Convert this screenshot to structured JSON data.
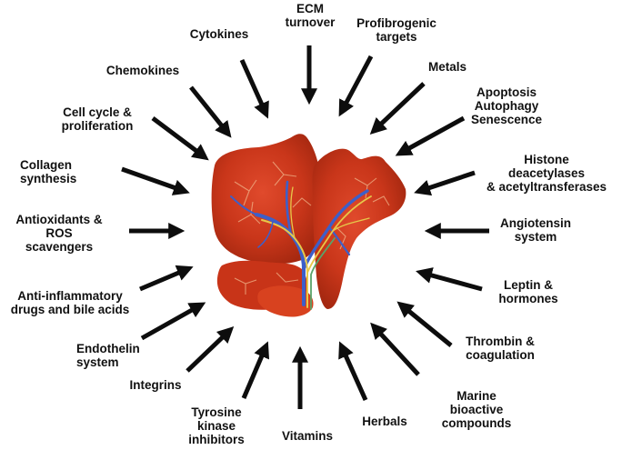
{
  "colors": {
    "arrow": "#0d0d0d",
    "liver_dark": "#a92b12",
    "liver_mid": "#cf3a1c",
    "liver_light": "#e8553a",
    "vessel_blue": "#3d5fc9",
    "vessel_yellow": "#e6c84a",
    "vessel_green": "#5aa36a"
  },
  "icons": {
    "center": "liver-icon",
    "arrows": "arrow-icon"
  },
  "labels": {
    "ecm": [
      "ECM",
      "turnover"
    ],
    "profibrogenic": [
      "Profibrogenic",
      "targets"
    ],
    "metals": [
      "Metals"
    ],
    "apoptosis": [
      "Apoptosis",
      "Autophagy",
      "Senescence"
    ],
    "histone": [
      "Histone",
      "deacetylases",
      "& acetyltransferases"
    ],
    "angiotensin": [
      "Angiotensin",
      "system"
    ],
    "leptin": [
      "Leptin &",
      "hormones"
    ],
    "thrombin": [
      "Thrombin &",
      "coagulation"
    ],
    "marine": [
      "Marine",
      "bioactive",
      "compounds"
    ],
    "herbals": [
      "Herbals"
    ],
    "vitamins": [
      "Vitamins"
    ],
    "tyrosine": [
      "Tyrosine",
      "kinase",
      "inhibitors"
    ],
    "integrins": [
      "Integrins"
    ],
    "endothelin": [
      "Endothelin",
      "system"
    ],
    "antiinflammatory": [
      "Anti-inflammatory",
      "drugs and bile acids"
    ],
    "antioxidants": [
      "Antioxidants &",
      "ROS",
      "scavengers"
    ],
    "collagen": [
      "Collagen",
      "synthesis"
    ],
    "cellcycle": [
      "Cell cycle &",
      "proliferation"
    ],
    "chemokines": [
      "Chemokines"
    ],
    "cytokines": [
      "Cytokines"
    ]
  }
}
